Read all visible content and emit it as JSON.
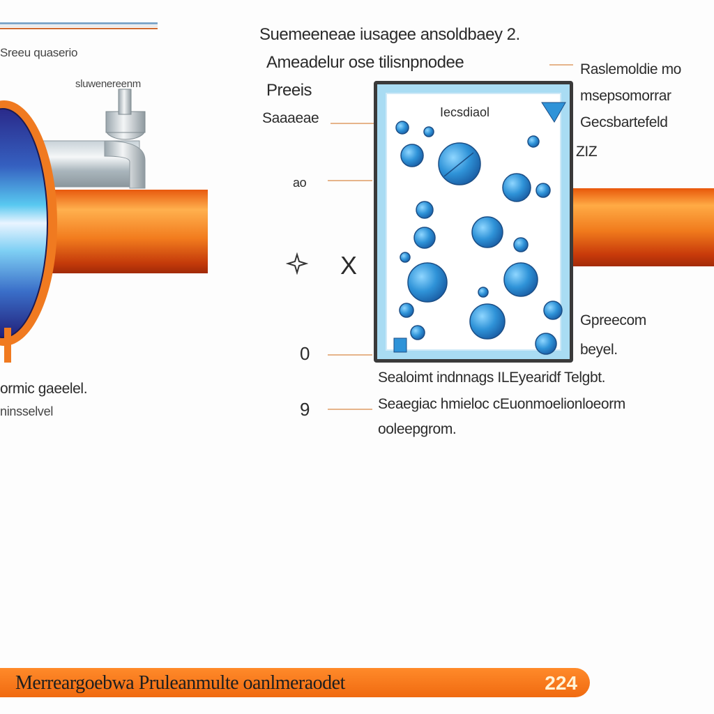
{
  "left": {
    "header_label": "Sreeu quaserio",
    "valve_label": "sluwenereenm",
    "caption_line1": "ormic gaeelel.",
    "caption_line2": "ninsselvel"
  },
  "top": {
    "title": "Suemeeneae iusagee ansoldbaey 2.",
    "line2": "Ameadelur ose tilisnpnodee",
    "left_label_a": "Preeis",
    "left_label_b": "Saaaeae"
  },
  "reactor": {
    "label": "Iecsdiaol"
  },
  "left_markers": {
    "m1": "ao",
    "m2": "X",
    "m3": "0",
    "m4": "9"
  },
  "right": {
    "label1": "Raslemoldie mo",
    "label2": "msepsomorrar",
    "label3": "Gecsbartefeld",
    "label4": "ZIZ",
    "label5": "Gpreecom",
    "label6": "beyel."
  },
  "captions": {
    "c1": "Sealoimt indnnags ILEyearidf Telgbt.",
    "c2": "Seaegiac hmieloc cEuonmoelionloeorm",
    "c3": "ooleepgrom."
  },
  "footer": {
    "text": "Merreargoebwa Pruleanmulte oanlmeraodet",
    "year": "224"
  },
  "colors": {
    "accent": "#f06a10",
    "bubble": "#2f93d8",
    "reactor_frame": "#a9dcf3"
  }
}
